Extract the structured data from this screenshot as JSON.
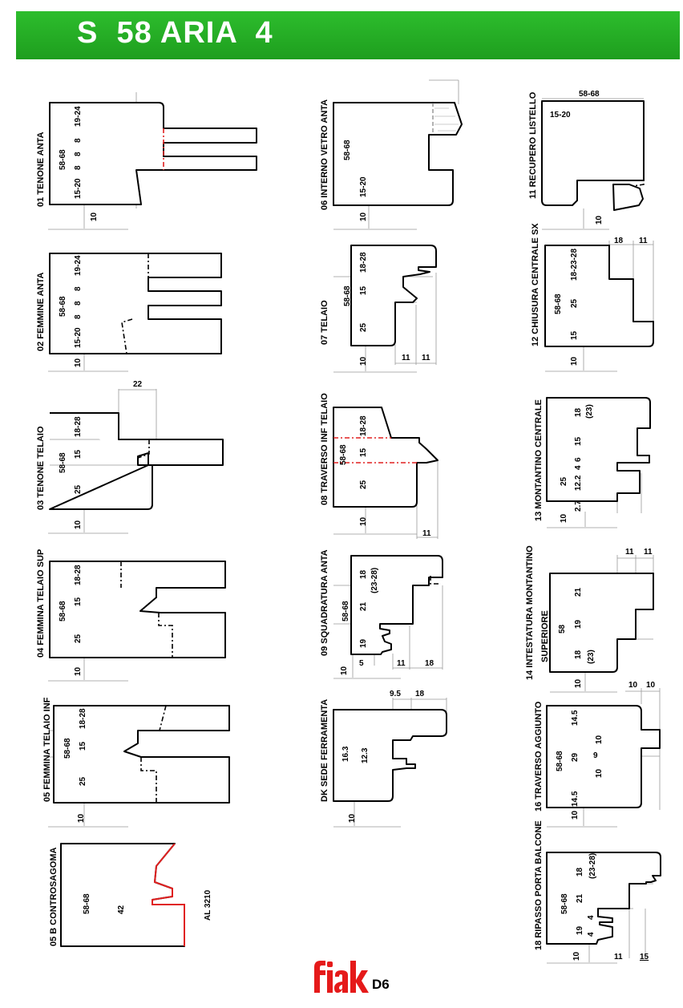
{
  "header": {
    "title": "S  58 ARIA  4",
    "background_color": "#22a822",
    "text_color": "#ffffff"
  },
  "profiles": {
    "p01": {
      "name": "01 TENONE ANTA",
      "dims": [
        "58-68",
        "19-24",
        "8",
        "8",
        "8",
        "15-20",
        "10"
      ]
    },
    "p02": {
      "name": "02 FEMMINE ANTA",
      "dims": [
        "58-68",
        "19-24",
        "8",
        "8",
        "8",
        "15-20",
        "10"
      ]
    },
    "p03": {
      "name": "03 TENONE TELAIO",
      "dims": [
        "58-68",
        "18-28",
        "15",
        "25",
        "10",
        "22"
      ]
    },
    "p04": {
      "name": "04 FEMMINA TELAIO SUP",
      "dims": [
        "58-68",
        "18-28",
        "15",
        "25",
        "10"
      ]
    },
    "p05": {
      "name": "05 FEMMINA TELAIO INF",
      "dims": [
        "58-68",
        "18-28",
        "15",
        "25",
        "10"
      ]
    },
    "p05b": {
      "name": "05 B CONTROSAGOMA",
      "dims": [
        "58-68",
        "42"
      ],
      "code": "AL  3210"
    },
    "p06": {
      "name": "06 INTERNO VETRO ANTA",
      "dims": [
        "58-68",
        "15-20",
        "10"
      ]
    },
    "p07": {
      "name": "07 TELAIO",
      "dims": [
        "58-68",
        "18-28",
        "15",
        "25",
        "10",
        "11",
        "11"
      ]
    },
    "p08": {
      "name": "08 TRAVERSO INF TELAIO",
      "dims": [
        "58-68",
        "18-28",
        "15",
        "25",
        "10",
        "11"
      ]
    },
    "p09": {
      "name": "09 SQUADRATURA ANTA",
      "dims": [
        "58-68",
        "18",
        "(23-28)",
        "21",
        "19",
        "10",
        "5",
        "11",
        "18"
      ]
    },
    "pdk": {
      "name": "DK SEDE FERRAMENTA",
      "dims": [
        "16.3",
        "12.3",
        "10",
        "9.5",
        "18"
      ]
    },
    "p11": {
      "name": "11 RECUPERO LISTELLO",
      "dims": [
        "58-68",
        "15-20",
        "10"
      ]
    },
    "p12": {
      "name": "12 CHIUSURA CENTRALE SX",
      "dims": [
        "58-68",
        "18-23-28",
        "25",
        "15",
        "10",
        "18",
        "11"
      ]
    },
    "p13": {
      "name": "13 MONTANTINO CENTRALE",
      "dims": [
        "18",
        "(23)",
        "15",
        "6",
        "4",
        "12.2",
        "2.7",
        "25",
        "10"
      ]
    },
    "p14": {
      "name": "14 INTESTATURA MONTANTINO SUPERIORE",
      "dims": [
        "58",
        "21",
        "19",
        "18",
        "(23)",
        "10",
        "11",
        "11"
      ]
    },
    "p16": {
      "name": "16 TRAVERSO AGGIUNTO",
      "dims": [
        "58-68",
        "14.5",
        "29",
        "14.5",
        "10",
        "9",
        "10",
        "10",
        "10",
        "10"
      ]
    },
    "p18": {
      "name": "18  RIPASSO PORTA BALCONE",
      "dims": [
        "58-68",
        "18",
        "(23-28)",
        "21",
        "19",
        "4",
        "4",
        "10",
        "11",
        "15"
      ]
    }
  },
  "footer": {
    "logo": "fiak",
    "logo_color": "#e51a1a",
    "page": "D6"
  }
}
